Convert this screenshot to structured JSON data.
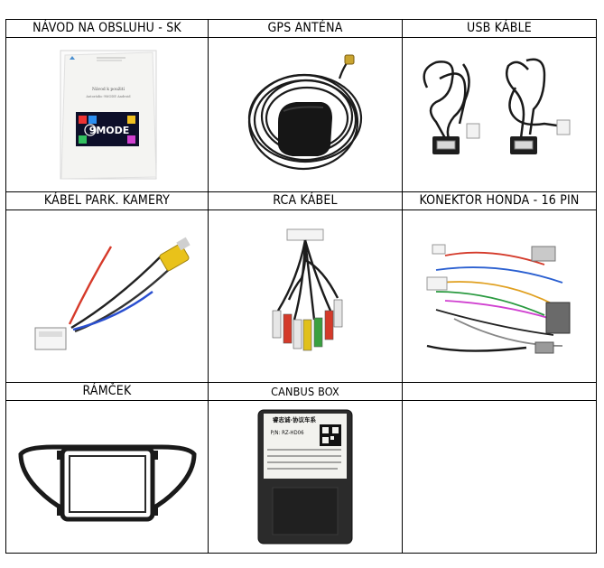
{
  "rows": [
    {
      "headers": [
        "NÁVOD NA OBSLUHU - SK",
        "GPS ANTÉNA",
        "USB KÁBLE"
      ]
    },
    {
      "headers": [
        "KÁBEL PARK. KAMERY",
        "RCA KÁBEL",
        "KONEKTOR HONDA - 16 PIN"
      ]
    },
    {
      "headers": [
        "RÁMČEK",
        "CANBUS BOX",
        ""
      ]
    }
  ],
  "manual": {
    "title": "Návod k použití",
    "subtitle": "Autorádio 9MODE Android",
    "brand": "9MODE"
  },
  "canbus": {
    "label_cn": "睿志诚-协议车系",
    "model": "P/N: RZ-HD06"
  }
}
